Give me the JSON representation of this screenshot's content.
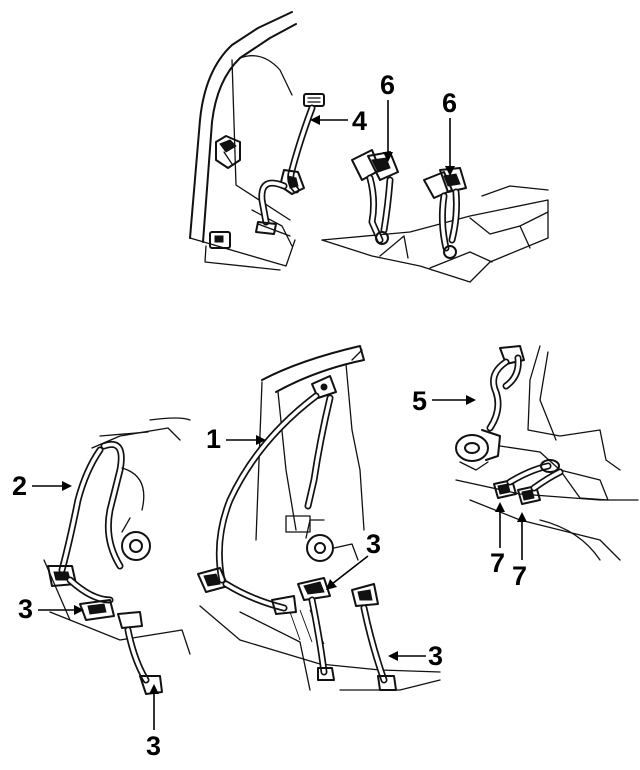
{
  "callouts": {
    "c1": "1",
    "c2": "2",
    "c3a": "3",
    "c3b": "3",
    "c3c": "3",
    "c3d": "3",
    "c4": "4",
    "c5": "5",
    "c6a": "6",
    "c6b": "6",
    "c7a": "7",
    "c7b": "7"
  }
}
